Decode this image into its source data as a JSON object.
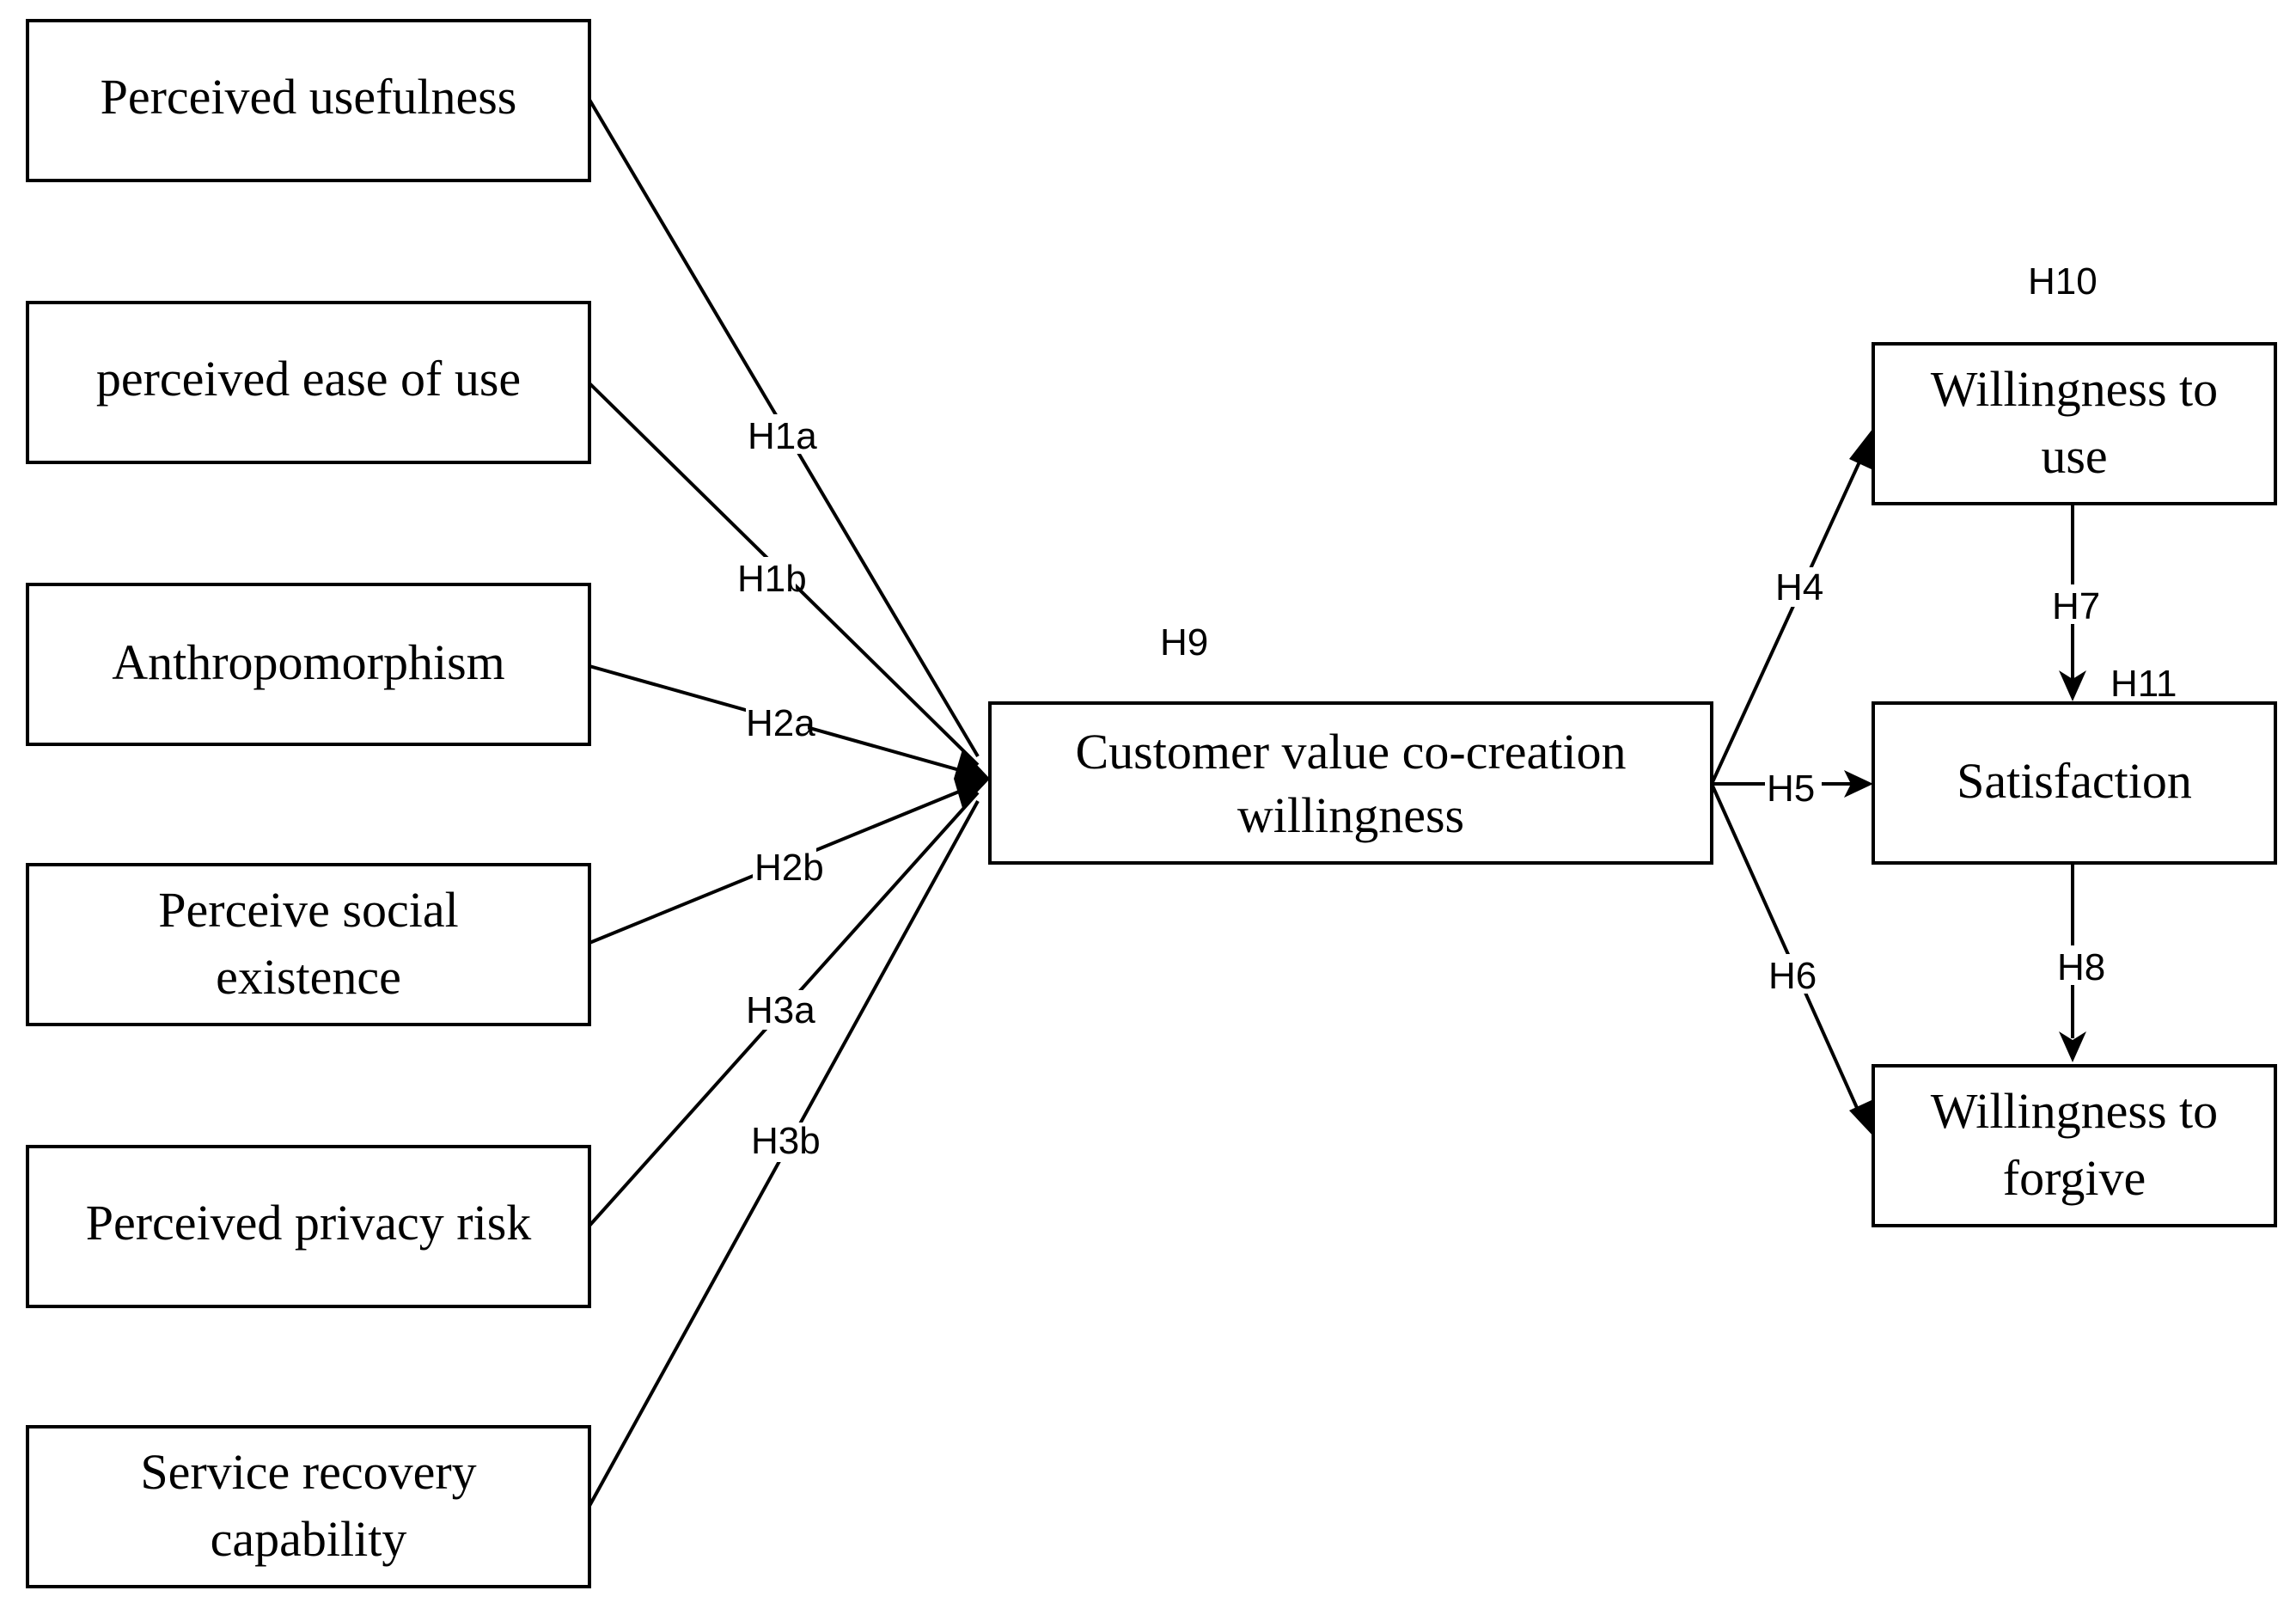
{
  "nodes": {
    "perceived_usefulness": {
      "lines": [
        "Perceived usefulness"
      ]
    },
    "perceived_ease_of_use": {
      "lines": [
        "perceived ease of use"
      ]
    },
    "anthropomorphism": {
      "lines": [
        "Anthropomorphism"
      ]
    },
    "perceive_social_existence": {
      "lines": [
        "Perceive social",
        "existence"
      ]
    },
    "perceived_privacy_risk": {
      "lines": [
        "Perceived privacy risk"
      ]
    },
    "service_recovery_capability": {
      "lines": [
        "Service recovery",
        "capability"
      ]
    },
    "customer_value_cocreation": {
      "lines": [
        "Customer value co-creation",
        "willingness"
      ]
    },
    "willingness_to_use": {
      "lines": [
        "Willingness to",
        "use"
      ]
    },
    "satisfaction": {
      "lines": [
        "Satisfaction"
      ]
    },
    "willingness_to_forgive": {
      "lines": [
        "Willingness to",
        "forgive"
      ]
    }
  },
  "hypotheses": {
    "h1a": "H1a",
    "h1b": "H1b",
    "h2a": "H2a",
    "h2b": "H2b",
    "h3a": "H3a",
    "h3b": "H3b",
    "h4": "H4",
    "h5": "H5",
    "h6": "H6",
    "h7": "H7",
    "h8": "H8",
    "h9": "H9",
    "h10": "H10",
    "h11": "H11"
  },
  "colors": {
    "stroke": "#000000",
    "background": "#ffffff"
  }
}
